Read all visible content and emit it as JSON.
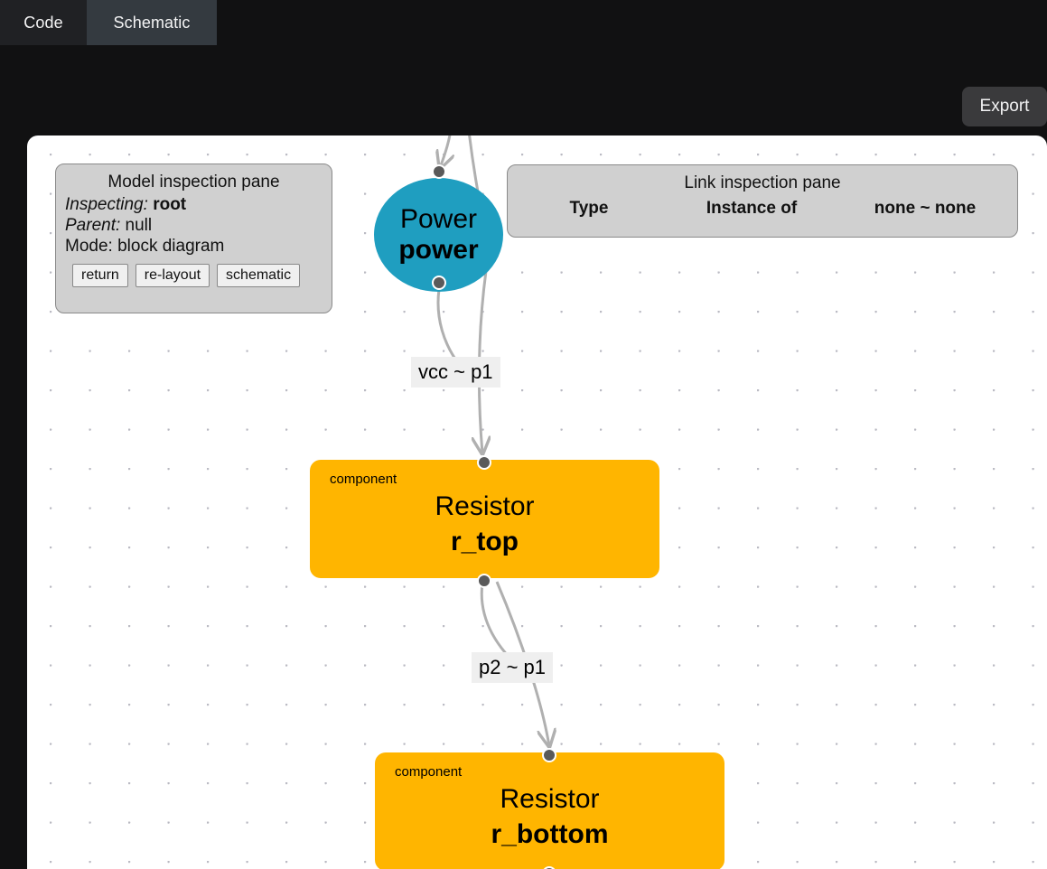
{
  "tabs": [
    {
      "label": "Code",
      "active": false
    },
    {
      "label": "Schematic",
      "active": true
    }
  ],
  "toolbar": {
    "export_label": "Export"
  },
  "model_pane": {
    "title": "Model inspection pane",
    "inspecting_key": "Inspecting:",
    "inspecting_value": "root",
    "parent_key": "Parent:",
    "parent_value": "null",
    "mode_key": "Mode:",
    "mode_value": "block diagram",
    "buttons": [
      {
        "label": "return"
      },
      {
        "label": "re-layout"
      },
      {
        "label": "schematic"
      }
    ]
  },
  "link_pane": {
    "title": "Link inspection pane",
    "col_type": "Type",
    "col_instance_of": "Instance of",
    "col_ends": "none ~ none"
  },
  "diagram": {
    "nodes": [
      {
        "id": "power",
        "stereotype": "",
        "type": "Power",
        "name": "power",
        "shape": "ellipse",
        "color": "#1f9ec0"
      },
      {
        "id": "r_top",
        "stereotype": "component",
        "type": "Resistor",
        "name": "r_top",
        "shape": "rect",
        "color": "#ffb500"
      },
      {
        "id": "r_bottom",
        "stereotype": "component",
        "type": "Resistor",
        "name": "r_bottom",
        "shape": "rect",
        "color": "#ffb500"
      }
    ],
    "edges": [
      {
        "id": "e1",
        "label": "vcc ~ p1",
        "from": "power",
        "to": "r_top"
      },
      {
        "id": "e2",
        "label": "p2 ~ p1",
        "from": "r_top",
        "to": "r_bottom"
      }
    ],
    "grid_dot_color": "#b9b9c2",
    "edge_color": "#b0b0b0",
    "port_color": "#5a5a5a"
  }
}
